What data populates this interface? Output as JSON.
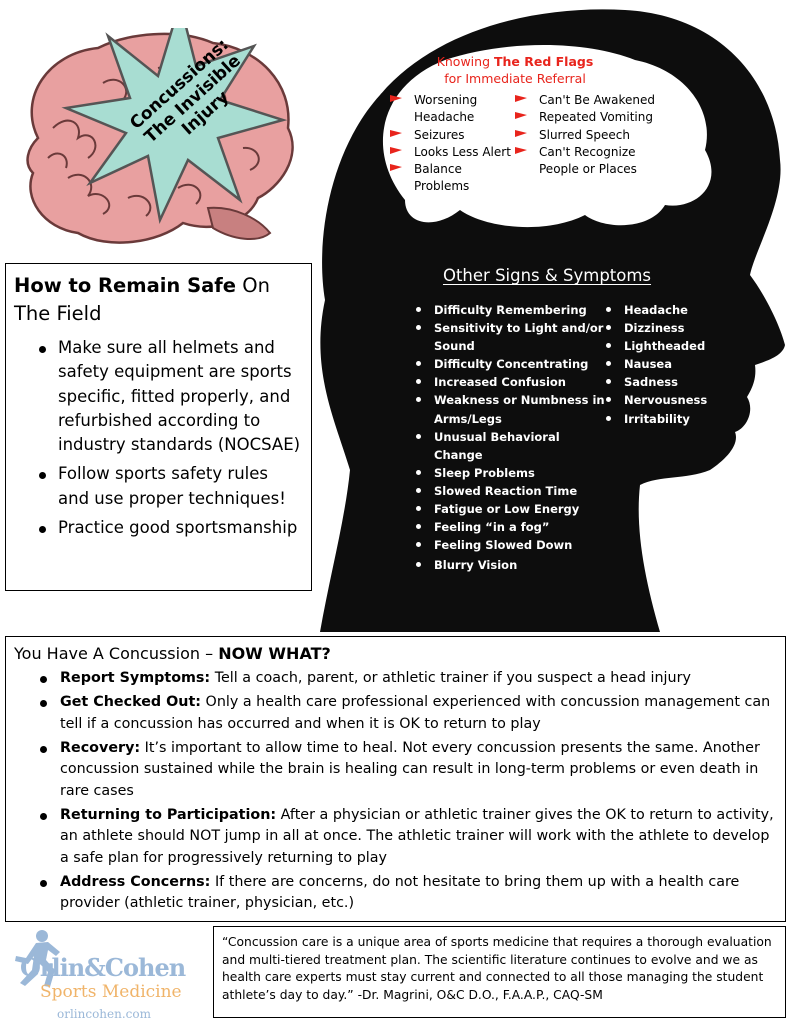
{
  "brain": {
    "star_text_line1": "Concussions:",
    "star_text_line2": "The Invisible",
    "star_text_line3": "Injury",
    "colors": {
      "brain": "#e8a0a0",
      "star": "#a8ddd2"
    }
  },
  "red_flags": {
    "title_prefix": "Knowing ",
    "title_bold": "The Red Flags",
    "title_line2": "for Immediate Referral",
    "left": [
      "Worsening",
      "Headache",
      "Seizures",
      "Looks Less Alert",
      "Balance Problems"
    ],
    "right": [
      "Can't Be Awakened",
      "Repeated Vomiting",
      "Slurred Speech",
      "Can't Recognize",
      "People or Places"
    ],
    "flag_color": "#e8241c"
  },
  "other_signs": {
    "title": "Other Signs & Symptoms",
    "left": [
      "Difficulty Remembering",
      "Sensitivity to Light and/or",
      "Sound",
      "Difficulty Concentrating",
      "Increased Confusion",
      "Weakness or Numbness in",
      "Arms/Legs",
      "Unusual Behavioral Change",
      "Sleep Problems",
      "Slowed Reaction Time",
      "Fatigue or Low Energy",
      "Feeling “in a fog”",
      "Feeling Slowed Down",
      "Blurry Vision"
    ],
    "right": [
      "Headache",
      "Dizziness",
      "Lightheaded",
      "Nausea",
      "Sadness",
      "Nervousness",
      "Irritability"
    ]
  },
  "safe": {
    "title_bold": "How to Remain Safe",
    "title_rest": " On The Field",
    "items": [
      "Make sure all helmets and safety equipment are sports specific, fitted properly, and refurbished according to industry standards (NOCSAE)",
      "Follow sports safety rules and use proper techniques!",
      "Practice good sportsmanship"
    ]
  },
  "now_what": {
    "title_prefix": "You Have A Concussion – ",
    "title_bold": "NOW WHAT?",
    "items": [
      {
        "label": "Report Symptoms:",
        "text": " Tell a coach, parent, or athletic trainer if you suspect a head injury"
      },
      {
        "label": "Get Checked Out:",
        "text": " Only a health care professional experienced with concussion management can tell if a concussion has occurred and when it is OK to return to play"
      },
      {
        "label": "Recovery:",
        "text": " It’s important to allow time to heal. Not every concussion presents the same.  Another concussion sustained while the brain is healing can result in long-term problems or even death in rare cases"
      },
      {
        "label": "Returning to Participation:",
        "text": " After a physician or athletic trainer gives the OK to return to activity, an athlete should NOT jump in all at once. The athletic trainer will work with the athlete to develop a safe plan for progressively returning to play"
      },
      {
        "label": "Address Concerns:",
        "text": " If there are concerns, do not hesitate to bring them up with a health care provider (athletic trainer, physician, etc.)"
      }
    ]
  },
  "logo": {
    "name": "Orlin&Cohen",
    "sub": "Sports Medicine",
    "url": "orlincohen.com",
    "colors": {
      "blue": "#9bb8d8",
      "orange": "#f0b46a"
    }
  },
  "quote": {
    "text": "“Concussion care is a unique area of sports medicine that requires a thorough evaluation and multi-tiered treatment plan. The scientific literature continues to evolve and we as health care experts must stay current and connected to all those managing the student athlete’s day to day.” -Dr. Magrini, O&C D.O., F.A.A.P., CAQ-SM"
  }
}
